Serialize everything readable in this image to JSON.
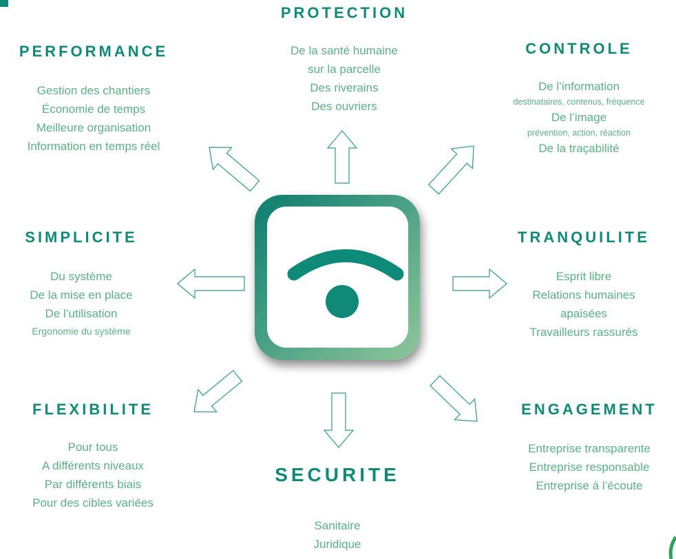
{
  "colors": {
    "heading": "#0f8a79",
    "text": "#5ab084",
    "arrow_stroke": "#2e9b7c",
    "icon_frame_dark": "#0c7d6f",
    "icon_frame_light": "#8fc79b",
    "icon_symbol": "#0f8a79"
  },
  "center_icon": "wifi-signal-icon",
  "sections": {
    "protection": {
      "title": "PROTECTION",
      "lines": [
        "De la santé humaine",
        "sur la parcelle",
        "Des riverains",
        "Des ouvriers"
      ]
    },
    "performance": {
      "title": "PERFORMANCE",
      "lines": [
        "Gestion des chantiers",
        "Économie de temps",
        "Meilleure organisation",
        "Information en temps réel"
      ]
    },
    "controle": {
      "title": "CONTROLE",
      "lines": [
        "De l’information",
        "destinataires, contenus, fréquence",
        "De l’image",
        "prévention, action, réaction",
        "De la traçabilité"
      ]
    },
    "simplicite": {
      "title": "SIMPLICITE",
      "lines": [
        "Du système",
        "De la mise en place",
        "De l’utilisation",
        "Ergonomie du système"
      ]
    },
    "tranquilite": {
      "title": "TRANQUILITE",
      "lines": [
        "Esprit libre",
        "Relations humaines",
        "apaisées",
        "Travailleurs rassurés"
      ]
    },
    "flexibilite": {
      "title": "FLEXIBILITE",
      "lines": [
        "Pour tous",
        "A différents niveaux",
        "Par différents biais",
        "Pour des cibles variées"
      ]
    },
    "engagement": {
      "title": "ENGAGEMENT",
      "lines": [
        "Entreprise transparente",
        "Entreprise responsable",
        "Entreprise à l’écoute"
      ]
    },
    "securite": {
      "title": "SECURITE",
      "lines": [
        "Sanitaire",
        "Juridique"
      ]
    }
  }
}
